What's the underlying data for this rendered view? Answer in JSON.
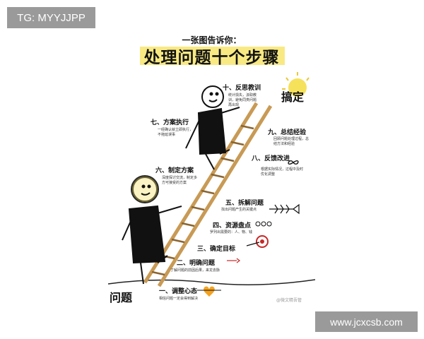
{
  "corner_badge": "TG: MYYJJPP",
  "site_badge": "www.jcxcsb.com",
  "poster": {
    "subtitle": "一张图告诉你：",
    "title": "处理问题十个步骤",
    "steps": [
      {
        "label": "十、反思教训",
        "desc": "统计损失，汲取教训，避免同类问题再出现"
      },
      {
        "label": "九、总结经验",
        "desc": "回顾问题处理过程，总结方法和经验"
      },
      {
        "label": "八、反馈改进",
        "desc": "根据实际情况，过程中及时优化调整"
      },
      {
        "label": "七、方案执行",
        "desc": "一经确认就立即执行，不拖延误事"
      },
      {
        "label": "六、制定方案",
        "desc": "深度探讨交流，制定多方可接受的方案"
      },
      {
        "label": "五、拆解问题",
        "desc": "找出问题产生的关键点"
      },
      {
        "label": "四、资源盘点",
        "desc": "罗列出需要的：人、物、钱"
      },
      {
        "label": "三、确定目标",
        "desc": ""
      },
      {
        "label": "二、明确问题",
        "desc": "了解问题的前因后果，来龙去脉"
      },
      {
        "label": "一、调整心态",
        "desc": "相信问题一定会得到解决"
      }
    ],
    "hand_top": "搞定",
    "hand_bottom": "问题",
    "watermark": "@微文精吾管"
  },
  "colors": {
    "badge_bg": "#9a9a9a",
    "highlight": "#f6e15a",
    "target_red": "#c62828",
    "ladder": "#c89a55"
  }
}
